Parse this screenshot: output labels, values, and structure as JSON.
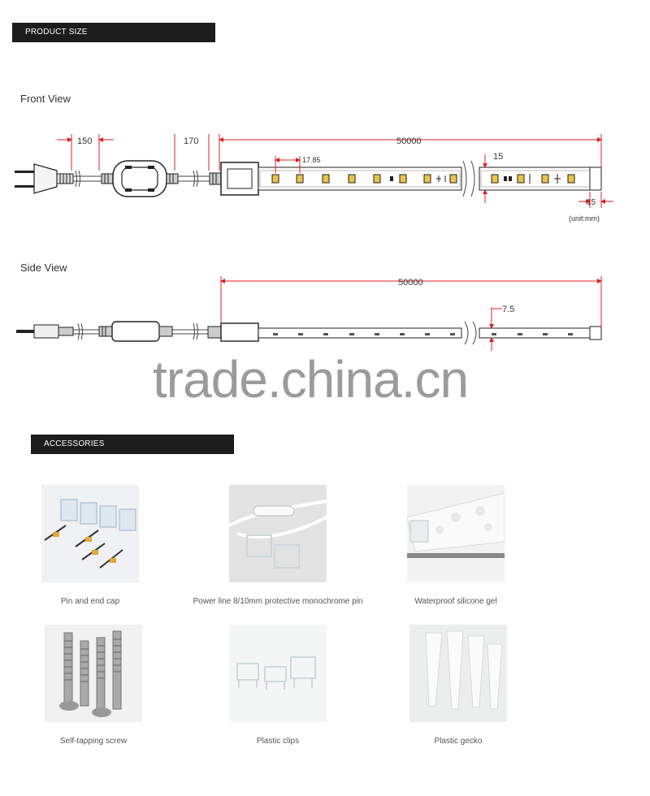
{
  "sections": {
    "product_size": "PRODUCT SIZE",
    "accessories": "ACCESSORIES"
  },
  "front_view": {
    "label": "Front View",
    "dims": {
      "plug_cable": "150",
      "controller_cable": "170",
      "length": "50000",
      "led_pitch": "17.85",
      "width": "15",
      "end_width": "15",
      "unit": "(unit:mm)"
    }
  },
  "side_view": {
    "label": "Side View",
    "dims": {
      "length": "50000",
      "height": "7.5"
    }
  },
  "watermark": "trade.china.cn",
  "accessories": [
    {
      "caption": "Pin and end cap"
    },
    {
      "caption": "Power line   8/10mm protective monochrome pin"
    },
    {
      "caption": "Waterproof silicone gel"
    },
    {
      "caption": "Self-tapping screw"
    },
    {
      "caption": "Plastic clips"
    },
    {
      "caption": "Plastic gecko"
    }
  ]
}
